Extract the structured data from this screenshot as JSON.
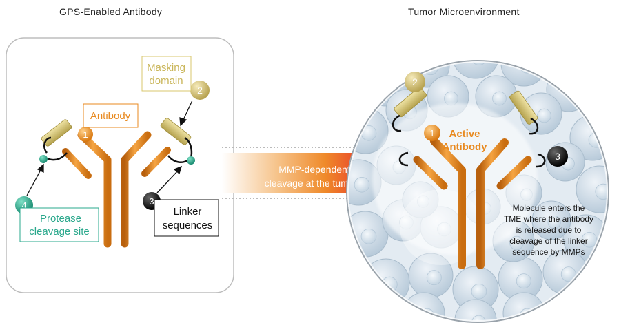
{
  "left_panel": {
    "title": "GPS-Enabled Antibody",
    "labels": {
      "antibody": "Antibody",
      "masking_domain": [
        "Masking",
        "domain"
      ],
      "protease_site": [
        "Protease",
        "cleavage site"
      ],
      "linker": [
        "Linker",
        "sequences"
      ]
    }
  },
  "arrow": {
    "text": [
      "MMP-dependent",
      "cleavage at the tumor"
    ]
  },
  "right_panel": {
    "title": "Tumor Microenvironment",
    "active_label": [
      "Active",
      "Antibody"
    ],
    "description": [
      "Molecule enters the",
      "TME where the antibody",
      "is released due to",
      "cleavage of the linker",
      "sequence by MMPs"
    ]
  },
  "badges": {
    "one": "1",
    "two": "2",
    "three": "3",
    "four": "4"
  },
  "colors": {
    "antibody": "#e8891f",
    "mask": "#d8c76e",
    "protease": "#2aa88c",
    "linker": "#111111",
    "arrow_end": "#e8202a",
    "cell": "#c7d6e3"
  }
}
